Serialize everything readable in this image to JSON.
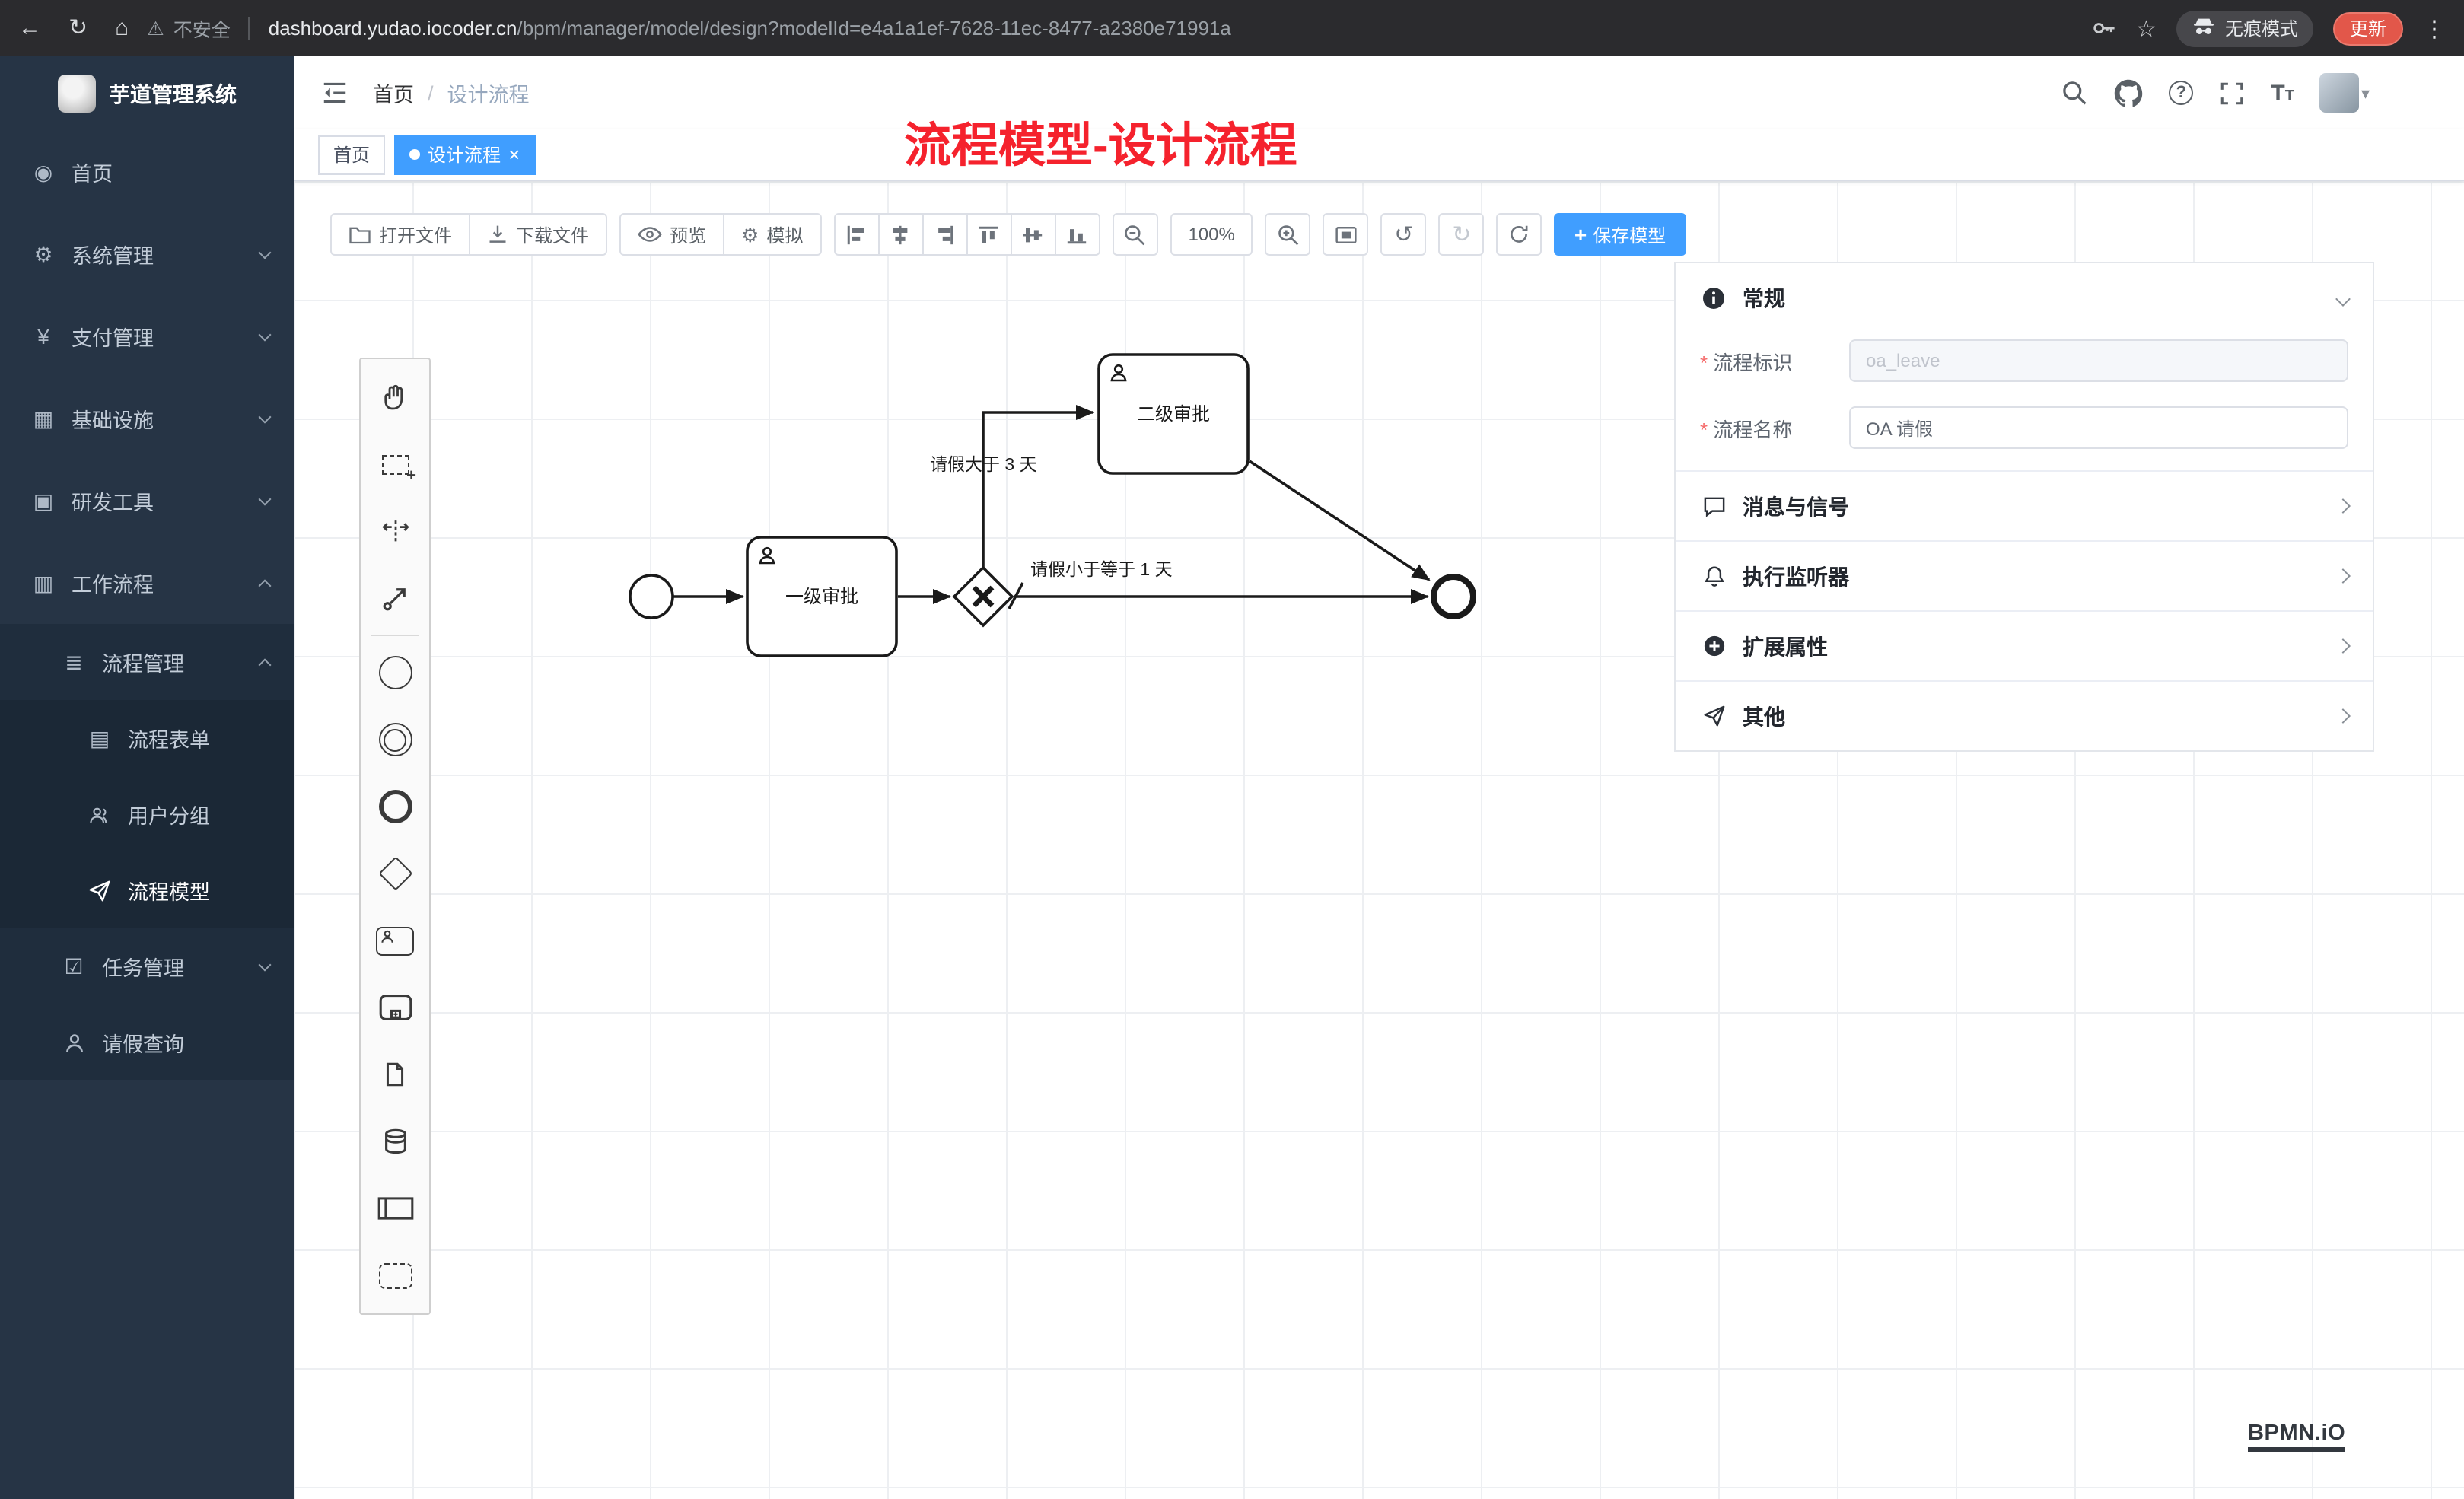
{
  "browser": {
    "security_label": "不安全",
    "url_host": "dashboard.yudao.iocoder.cn",
    "url_path": "/bpm/manager/model/design?modelId=e4a1a1ef-7628-11ec-8477-a2380e71991a",
    "incognito_label": "无痕模式",
    "update_label": "更新"
  },
  "sidebar": {
    "logo_title": "芋道管理系统",
    "items": [
      {
        "label": "首页",
        "icon": "dashboard-icon"
      },
      {
        "label": "系统管理",
        "icon": "gear-icon"
      },
      {
        "label": "支付管理",
        "icon": "yen-icon"
      },
      {
        "label": "基础设施",
        "icon": "infrastructure-icon"
      },
      {
        "label": "研发工具",
        "icon": "tools-icon"
      },
      {
        "label": "工作流程",
        "icon": "workflow-icon"
      },
      {
        "label": "流程管理",
        "icon": "list-icon"
      },
      {
        "label": "流程表单",
        "icon": "form-icon"
      },
      {
        "label": "用户分组",
        "icon": "user-group-icon"
      },
      {
        "label": "流程模型",
        "icon": "send-icon"
      },
      {
        "label": "任务管理",
        "icon": "checklist-icon"
      },
      {
        "label": "请假查询",
        "icon": "user-icon"
      }
    ]
  },
  "header": {
    "breadcrumb_home": "首页",
    "breadcrumb_separator": "/",
    "breadcrumb_current": "设计流程"
  },
  "annotation": "流程模型-设计流程",
  "tabs": {
    "home_label": "首页",
    "active_label": "设计流程"
  },
  "toolbar": {
    "open_file": "打开文件",
    "download_file": "下载文件",
    "preview": "预览",
    "simulate": "模拟",
    "zoom_level": "100%",
    "save_model": "保存模型"
  },
  "diagram": {
    "task1_label": "一级审批",
    "task2_label": "二级审批",
    "flow_gt_label": "请假大于 3 天",
    "flow_lte_label": "请假小于等于 1 天"
  },
  "panel": {
    "general_title": "常规",
    "field_process_key": {
      "label": "流程标识",
      "value": "oa_leave"
    },
    "field_process_name": {
      "label": "流程名称",
      "value": "OA 请假"
    },
    "sections": [
      {
        "label": "消息与信号",
        "icon": "message-icon"
      },
      {
        "label": "执行监听器",
        "icon": "bell-icon"
      },
      {
        "label": "扩展属性",
        "icon": "plus-circle-icon"
      },
      {
        "label": "其他",
        "icon": "send-icon"
      }
    ]
  },
  "watermark": "BPMN.iO"
}
